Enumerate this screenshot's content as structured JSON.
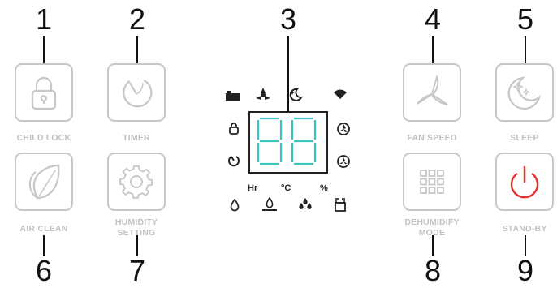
{
  "callouts": [
    "1",
    "2",
    "3",
    "4",
    "5",
    "6",
    "7",
    "8",
    "9"
  ],
  "buttons": {
    "child_lock": {
      "label": "CHILD LOCK",
      "icon": "padlock-icon"
    },
    "timer": {
      "label": "TIMER",
      "icon": "timer-icon"
    },
    "fan_speed": {
      "label": "FAN SPEED",
      "icon": "fan-icon"
    },
    "sleep": {
      "label": "SLEEP",
      "icon": "moon-stars-icon"
    },
    "air_clean": {
      "label": "AIR CLEAN",
      "icon": "leaf-icon"
    },
    "humidity_setting": {
      "label_line1": "HUMIDITY",
      "label_line2": "SETTING",
      "icon": "gear-icon"
    },
    "dehumidify_mode": {
      "label_line1": "DEHUMIDIFY",
      "label_line2": "MODE",
      "icon": "grid-icon"
    },
    "standby": {
      "label": "STAND-BY",
      "icon": "power-icon",
      "accent": "#e8312f"
    }
  },
  "display": {
    "digits": "88",
    "digit_color": "#3cc3c0",
    "units": {
      "hours": "Hr",
      "celsius": "°C",
      "percent": "%"
    }
  },
  "colors": {
    "button_border": "#c7c7c7",
    "label": "#c2c2c2",
    "ink": "#111111"
  }
}
